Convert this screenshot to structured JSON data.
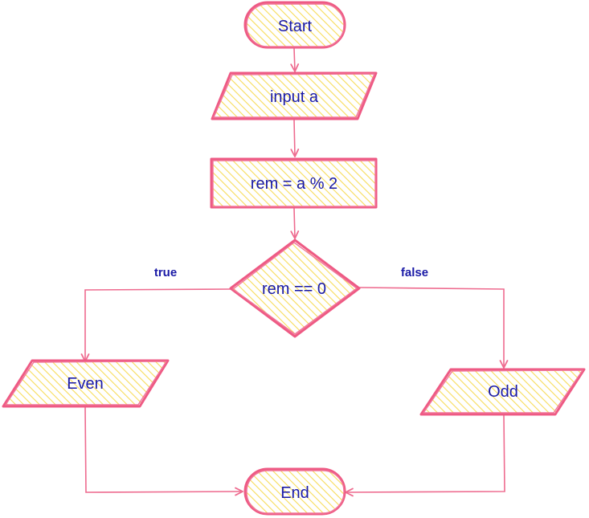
{
  "colors": {
    "stroke": "#ee5a84",
    "fill_hatch": "#f7dc5a",
    "text": "#1a1aa6",
    "background": "#ffffff"
  },
  "nodes": {
    "start": {
      "label": "Start"
    },
    "input": {
      "label": "input a"
    },
    "process": {
      "label": "rem = a % 2"
    },
    "decision": {
      "label": "rem == 0"
    },
    "even": {
      "label": "Even"
    },
    "odd": {
      "label": "Odd"
    },
    "end": {
      "label": "End"
    }
  },
  "edges": {
    "true_label": "true",
    "false_label": "false"
  }
}
